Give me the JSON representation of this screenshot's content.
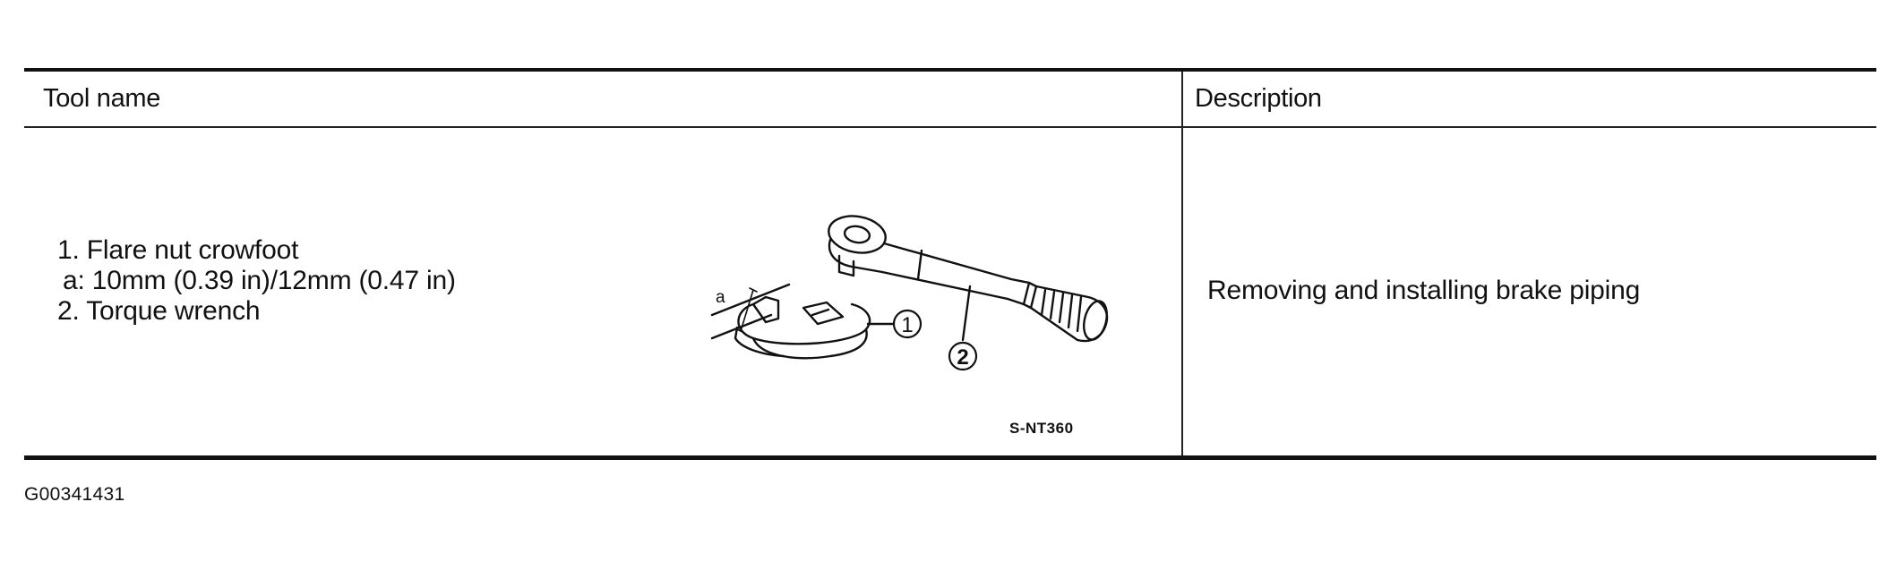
{
  "table": {
    "header_tool_name": "Tool name",
    "header_description": "Description",
    "row": {
      "tool_line_1": "1. Flare nut crowfoot",
      "tool_line_2": "a: 10mm (0.39 in)/12mm (0.47 in)",
      "tool_line_3": "2. Torque wrench",
      "description": "Removing and installing brake piping",
      "figure": {
        "code": "S-NT360",
        "label_a": "a",
        "callout_1": "1",
        "callout_2": "2"
      }
    }
  },
  "footer": {
    "document_id": "G00341431"
  }
}
